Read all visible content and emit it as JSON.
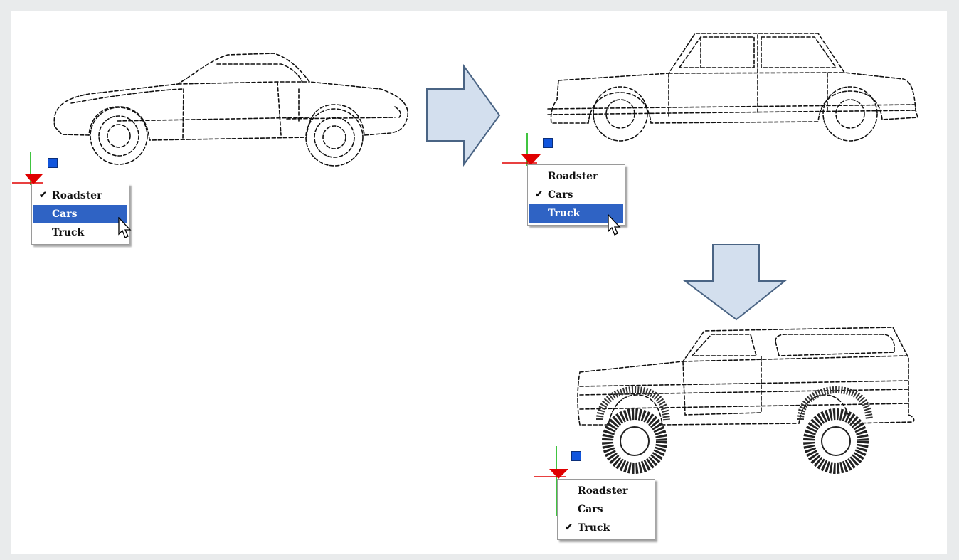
{
  "colors": {
    "highlight": "#2f63c4",
    "grip_blue": "#1155dd",
    "arrow_fill": "#d3dfee",
    "arrow_stroke": "#4a6484",
    "axis_red": "#e00000",
    "axis_green": "#00b000"
  },
  "panels": [
    {
      "vehicle_icon": "roadster-outline-icon",
      "menu": {
        "items": [
          {
            "label": "Roadster",
            "checked": true,
            "hovered": false
          },
          {
            "label": "Cars",
            "checked": false,
            "hovered": true
          },
          {
            "label": "Truck",
            "checked": false,
            "hovered": false
          }
        ]
      }
    },
    {
      "vehicle_icon": "sedan-outline-icon",
      "menu": {
        "items": [
          {
            "label": "Roadster",
            "checked": false,
            "hovered": false
          },
          {
            "label": "Cars",
            "checked": true,
            "hovered": false
          },
          {
            "label": "Truck",
            "checked": false,
            "hovered": true
          }
        ]
      }
    },
    {
      "vehicle_icon": "truck-outline-icon",
      "menu": {
        "items": [
          {
            "label": "Roadster",
            "checked": false,
            "hovered": false
          },
          {
            "label": "Cars",
            "checked": false,
            "hovered": false
          },
          {
            "label": "Truck",
            "checked": true,
            "hovered": false
          }
        ]
      }
    }
  ],
  "arrows": [
    "right-arrow-icon",
    "down-arrow-icon"
  ]
}
